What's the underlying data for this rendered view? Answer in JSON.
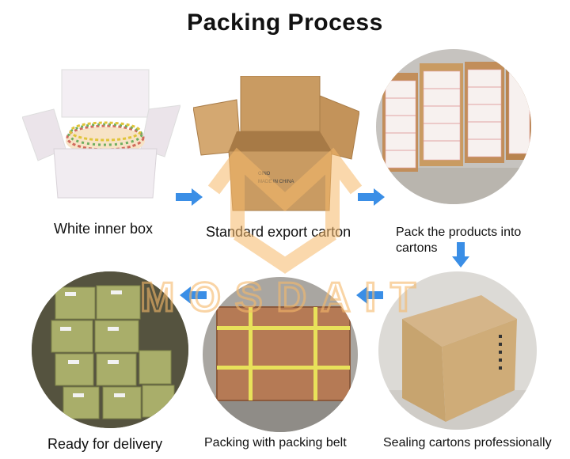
{
  "title": "Packing Process",
  "watermark": "MOSDAIT",
  "steps": [
    {
      "label": "White inner box"
    },
    {
      "label": "Standard export carton"
    },
    {
      "label": "Pack the products into cartons"
    },
    {
      "label": "Sealing cartons professionally"
    },
    {
      "label": "Packing with packing belt"
    },
    {
      "label": "Ready for delivery"
    }
  ],
  "carton_print": {
    "line1": "GINO",
    "line2": "MADE IN CHINA"
  },
  "colors": {
    "arrow": "#3a8ee6",
    "watermark": "#f6b96a",
    "kraft": "#c99b62",
    "tape": "#e8e25a"
  }
}
